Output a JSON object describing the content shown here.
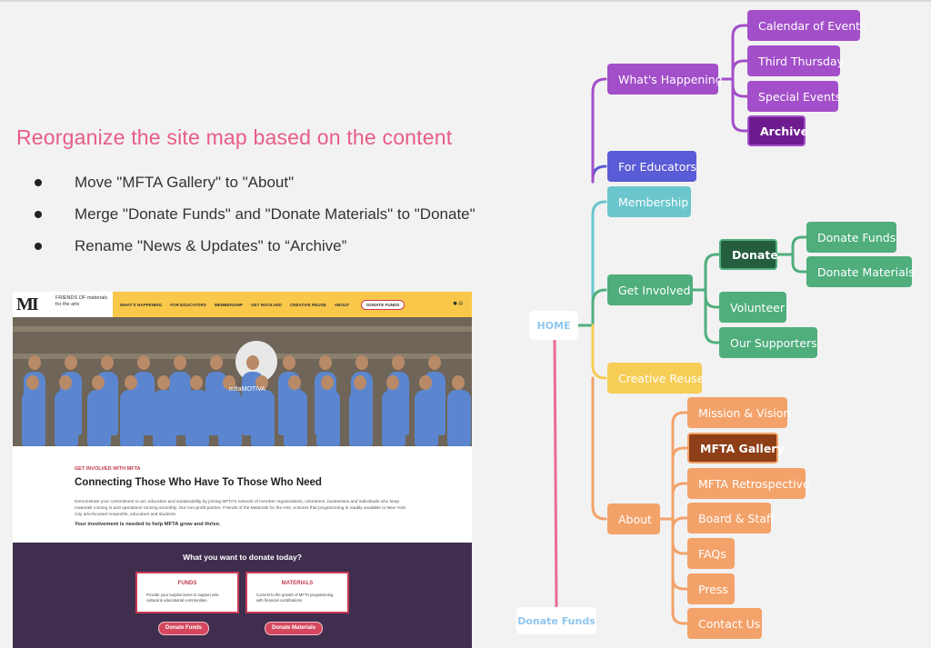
{
  "headline": "Reorganize the site map based on the content",
  "bullets": [
    "Move \"MFTA Gallery\" to \"About\"",
    "Merge \"Donate Funds\" and \"Donate Materials\" to \"Donate\"",
    "Rename \"News & Updates\" to “Archive”"
  ],
  "site": {
    "logo_mark": "MI",
    "logo_text": "FRIENDS OF materials for the arts",
    "nav": [
      "WHAT'S HAPPENING",
      "FOR EDUCATORS",
      "MEMBERSHIP",
      "GET INVOLVED",
      "CREATIVE REUSE",
      "ABOUT"
    ],
    "nav_donate": "DONATE FUNDS",
    "nav_tools": "● ▤",
    "photo_banner": "mftaMOTIVA",
    "eyebrow": "GET INVOLVED WITH MFTA",
    "heading": "Connecting Those Who Have To Those Who Need",
    "body": "Demonstrate your commitment to art, education and sustainability by joining MFTA's network of member organizations, volunteers, businesses and individuals who keep materials coming in and operations running smoothly. Our non-profit partner, Friends of the Materials for the Arts, ensures that programming is readily available to New York City arts-focused nonprofits, educators and students.",
    "strong": "Your involvement is needed to help MFTA grow and thrive.",
    "donate_heading": "What you want to donate today?",
    "cards": [
      {
        "title": "FUNDS",
        "text": "Provide your surplus items to support arts, cultural & educational communities."
      },
      {
        "title": "MATERIALS",
        "text": "Commit to the growth of MFTA programming with financial contributions"
      }
    ],
    "buttons": [
      "Donate Funds",
      "Donate Materials"
    ]
  },
  "sitemap": {
    "root": "HOME",
    "detached": "Donate Funds",
    "colors": {
      "purple": "#a24fc9",
      "purple_dark": "#6e1b8f",
      "indigo": "#5a5bd6",
      "teal": "#6ac6cc",
      "green": "#4fae7c",
      "green_dark": "#245e3f",
      "yellow": "#f6cd55",
      "orange": "#f3a26a",
      "orange_dark": "#8e3f17",
      "pink": "#ec6b95"
    },
    "branches": [
      {
        "label": "What's Happening",
        "color": "purple",
        "children": [
          {
            "label": "Calendar of Events"
          },
          {
            "label": "Third Thursday"
          },
          {
            "label": "Special Events"
          },
          {
            "label": "Archive",
            "selected": true
          }
        ]
      },
      {
        "label": "For Educators",
        "color": "indigo",
        "children": []
      },
      {
        "label": "Membership",
        "color": "teal",
        "children": []
      },
      {
        "label": "Get Involved",
        "color": "green",
        "children": [
          {
            "label": "Donate",
            "selected": true,
            "children": [
              {
                "label": "Donate Funds"
              },
              {
                "label": "Donate Materials"
              }
            ]
          },
          {
            "label": "Volunteer"
          },
          {
            "label": "Our Supporters"
          }
        ]
      },
      {
        "label": "Creative Reuse",
        "color": "yellow",
        "children": []
      },
      {
        "label": "About",
        "color": "orange",
        "children": [
          {
            "label": "Mission & Vision"
          },
          {
            "label": "MFTA Gallery",
            "selected": true
          },
          {
            "label": "MFTA Retrospective"
          },
          {
            "label": "Board & Staff"
          },
          {
            "label": "FAQs"
          },
          {
            "label": "Press"
          },
          {
            "label": "Contact Us"
          }
        ]
      }
    ]
  }
}
